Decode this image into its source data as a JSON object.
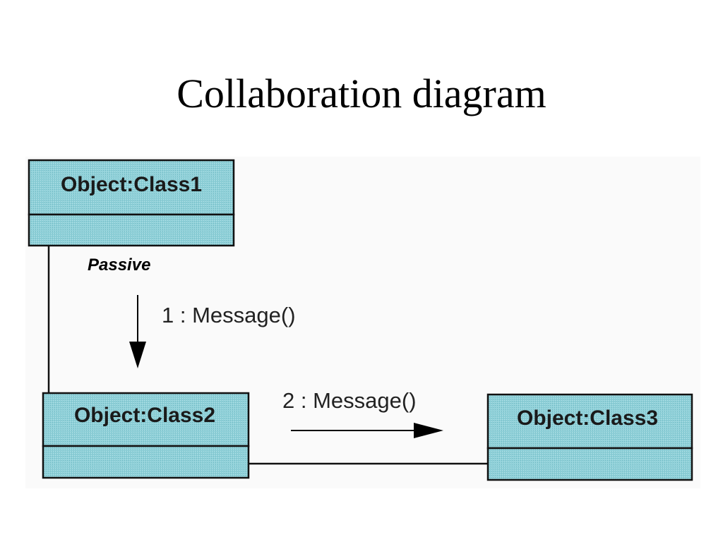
{
  "title": "Collaboration diagram",
  "colors": {
    "box_fill": "#8fd0d8",
    "stroke": "#111111"
  },
  "objects": [
    {
      "label": "Object:Class1"
    },
    {
      "label": "Object:Class2"
    },
    {
      "label": "Object:Class3"
    }
  ],
  "association_label": "Passive",
  "messages": [
    {
      "label": "1 : Message()",
      "direction": "down"
    },
    {
      "label": "2 : Message()",
      "direction": "right"
    }
  ]
}
